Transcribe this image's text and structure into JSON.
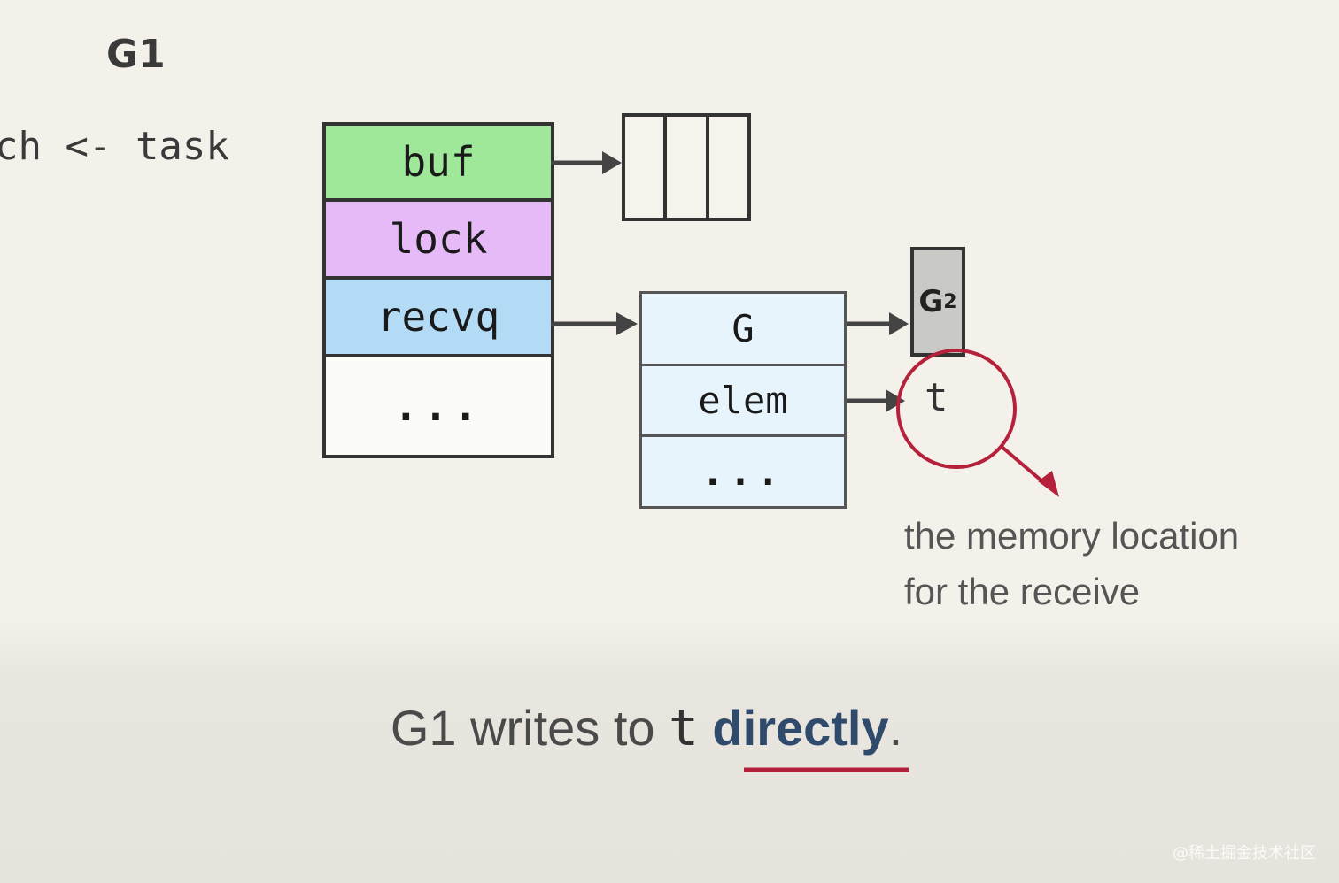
{
  "title": "G1",
  "code_line": "ch <- task",
  "hchan": {
    "fields": [
      "buf",
      "lock",
      "recvq",
      "..."
    ],
    "colors": {
      "buf": "#9fe89a",
      "lock": "#e6b9f7",
      "recvq": "#b3dbf6",
      "more": "#fbfbf8"
    }
  },
  "buffer_slots": 3,
  "sudog": {
    "fields": [
      "G",
      "elem",
      "..."
    ],
    "color": "#e8f4fc"
  },
  "g2": {
    "label": "G",
    "subscript": "2"
  },
  "target_var": "t",
  "note": {
    "line1": "the memory location",
    "line2": "for the receive"
  },
  "caption": {
    "prefix": "G1 writes to",
    "code": "t",
    "emphasis": "directly",
    "suffix": "."
  },
  "colors": {
    "highlight": "#b5213b",
    "emphasis_text": "#2f4a6b"
  },
  "watermark": "@稀土掘金技术社区"
}
